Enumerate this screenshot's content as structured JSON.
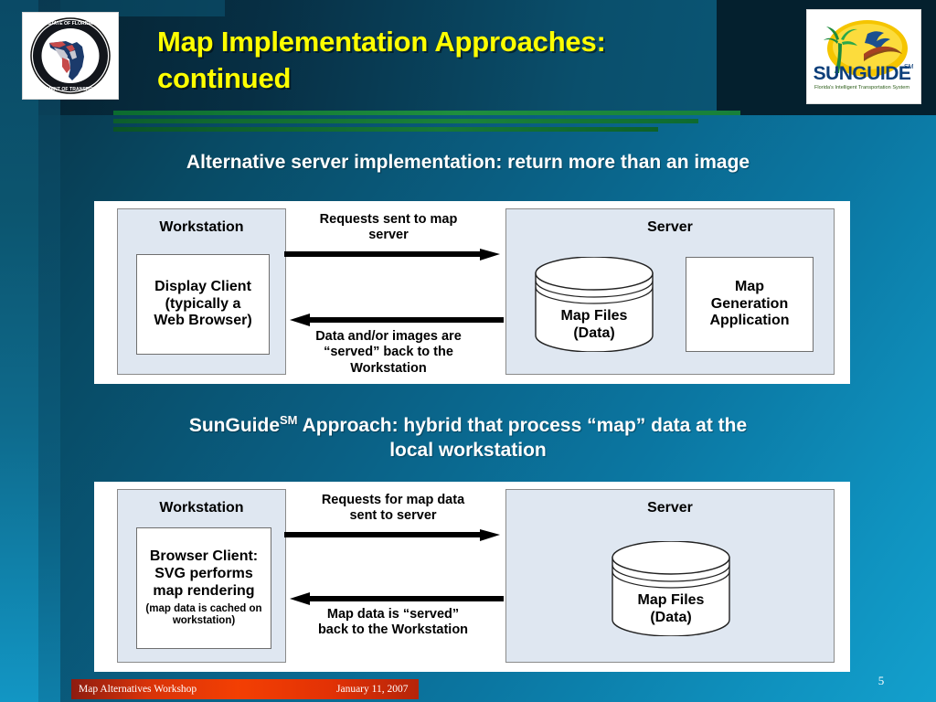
{
  "slide": {
    "title_line1": "Map Implementation Approaches:",
    "title_line2": "continued",
    "page_number": "5",
    "accent_yellow": "#ffff00",
    "accent_green": "#1e8f3e",
    "footer_red": "#f33f03",
    "background_blue": "#0a5f83"
  },
  "logos": {
    "fdot": {
      "name": "fdot-seal-logo",
      "outer_text_top": "STATE OF FLORIDA",
      "outer_text_bottom": "DEPARTMENT OF TRANSPORTATION"
    },
    "sunguide": {
      "name": "sunguide-logo",
      "wordmark": "SUNGUIDE",
      "trademark": "SM",
      "tagline": "Florida's Intelligent Transportation System"
    }
  },
  "footer": {
    "left_text": "Map Alternatives Workshop",
    "right_text": "January 11, 2007"
  },
  "sections": [
    {
      "heading": "Alternative server implementation: return more than an image",
      "diagram": {
        "workstation": {
          "label": "Workstation",
          "inner_lines": [
            "Display Client",
            "(typically a",
            "Web Browser)"
          ],
          "inner_small": ""
        },
        "server": {
          "label": "Server",
          "cylinder_lines": [
            "Map Files",
            "(Data)"
          ],
          "app_lines": [
            "Map",
            "Generation",
            "Application"
          ]
        },
        "arrow_top_caption": [
          "Requests sent to map",
          "server"
        ],
        "arrow_bottom_caption": [
          "Data and/or images are",
          "“served” back to the",
          "Workstation"
        ]
      }
    },
    {
      "heading_rich": {
        "pre": "SunGuide",
        "sup": "SM",
        "post_line1": " Approach: hybrid that process “map” data at the",
        "post_line2": "local workstation"
      },
      "diagram": {
        "workstation": {
          "label": "Workstation",
          "inner_lines": [
            "Browser Client:",
            "SVG performs",
            "map rendering"
          ],
          "inner_small": "(map data is cached on workstation)"
        },
        "server": {
          "label": "Server",
          "cylinder_lines": [
            "Map Files",
            "(Data)"
          ]
        },
        "arrow_top_caption": [
          "Requests for map data",
          "sent to server"
        ],
        "arrow_bottom_caption": [
          "Map data is “served”",
          "back to the Workstation"
        ]
      }
    }
  ]
}
